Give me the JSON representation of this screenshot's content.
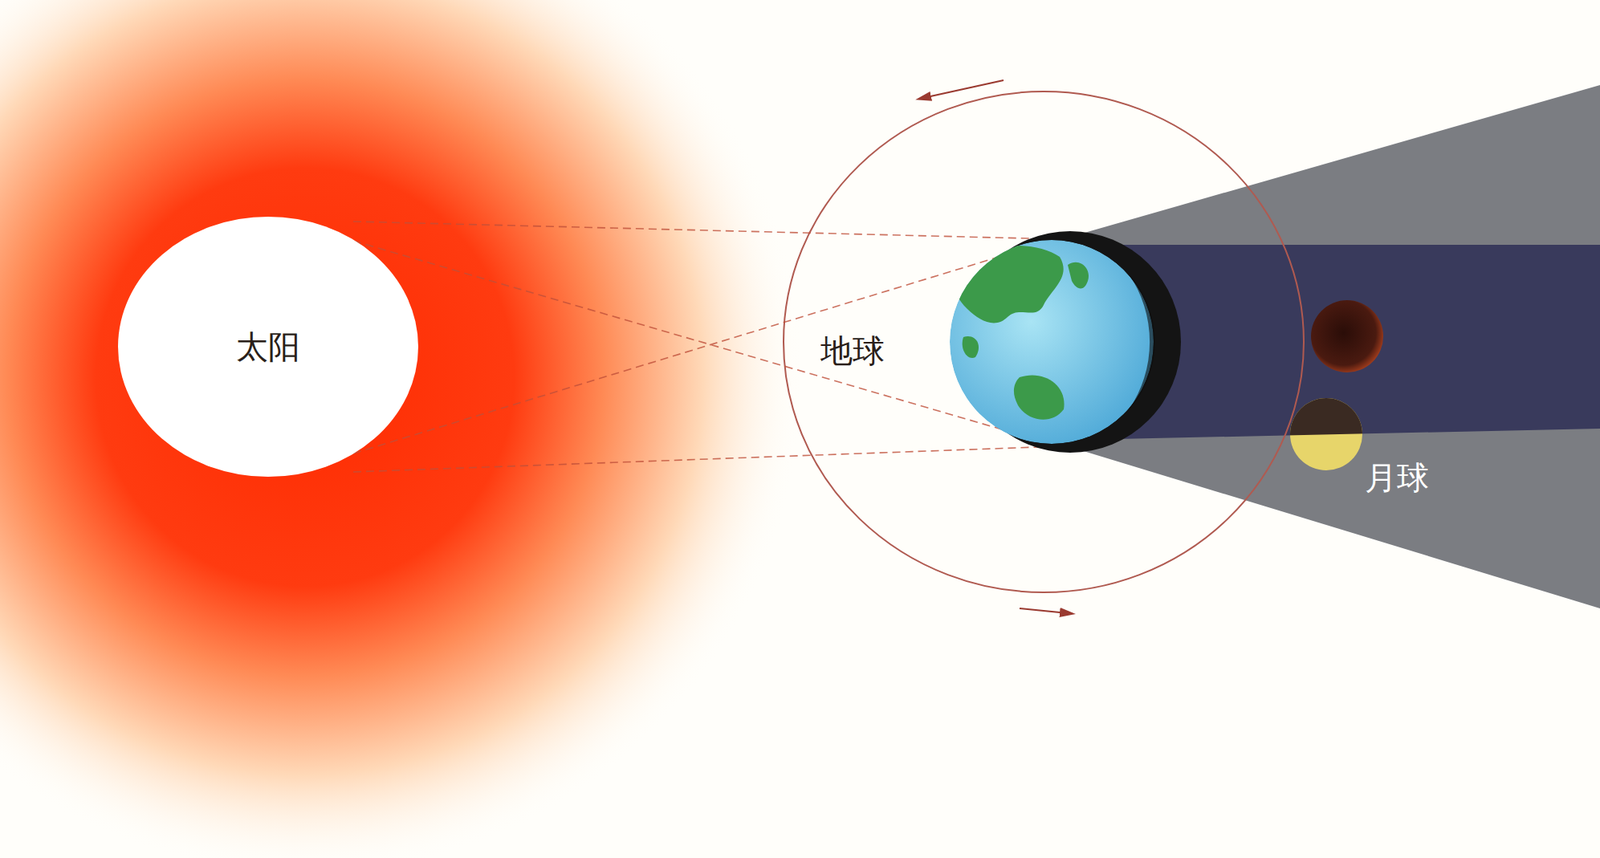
{
  "diagram": {
    "nodes": [
      {
        "text": [
          "太阳"
        ]
      }
    ],
    "labels": [
      "地球",
      "月球"
    ]
  }
}
